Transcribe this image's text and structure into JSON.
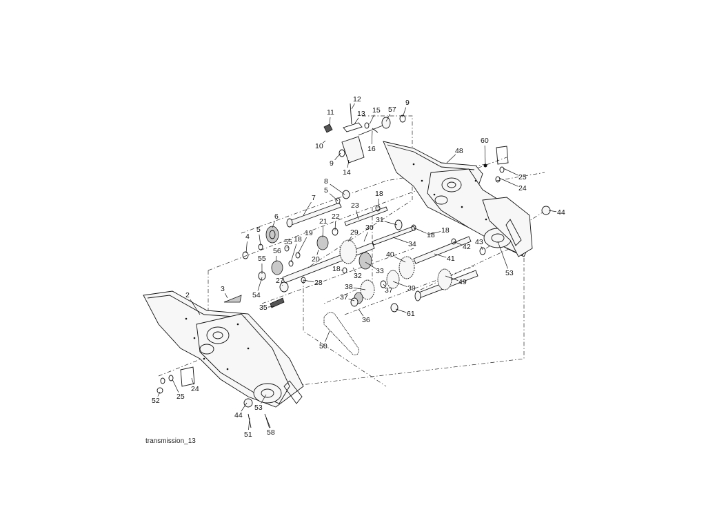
{
  "caption": "transmission_13",
  "callouts": [
    {
      "id": "c12",
      "text": "12"
    },
    {
      "id": "c11",
      "text": "11"
    },
    {
      "id": "c13",
      "text": "13"
    },
    {
      "id": "c15",
      "text": "15"
    },
    {
      "id": "c57",
      "text": "57"
    },
    {
      "id": "c9a",
      "text": "9"
    },
    {
      "id": "c10",
      "text": "10"
    },
    {
      "id": "c16",
      "text": "16"
    },
    {
      "id": "c9b",
      "text": "9"
    },
    {
      "id": "c14",
      "text": "14"
    },
    {
      "id": "c48",
      "text": "48"
    },
    {
      "id": "c60",
      "text": "60"
    },
    {
      "id": "c25a",
      "text": "25"
    },
    {
      "id": "c24a",
      "text": "24"
    },
    {
      "id": "c44a",
      "text": "44"
    },
    {
      "id": "c8",
      "text": "8"
    },
    {
      "id": "c5a",
      "text": "5"
    },
    {
      "id": "c18a",
      "text": "18"
    },
    {
      "id": "c7",
      "text": "7"
    },
    {
      "id": "c23",
      "text": "23"
    },
    {
      "id": "c6",
      "text": "6"
    },
    {
      "id": "c5b",
      "text": "5"
    },
    {
      "id": "c4",
      "text": "4"
    },
    {
      "id": "c21",
      "text": "21"
    },
    {
      "id": "c22",
      "text": "22"
    },
    {
      "id": "c31",
      "text": "31"
    },
    {
      "id": "c29",
      "text": "29"
    },
    {
      "id": "c30",
      "text": "30"
    },
    {
      "id": "c19",
      "text": "19"
    },
    {
      "id": "c18b",
      "text": "18"
    },
    {
      "id": "c55a",
      "text": "55"
    },
    {
      "id": "c56",
      "text": "56"
    },
    {
      "id": "c20",
      "text": "20"
    },
    {
      "id": "c18c",
      "text": "18"
    },
    {
      "id": "c34",
      "text": "34"
    },
    {
      "id": "c18d",
      "text": "18"
    },
    {
      "id": "c42",
      "text": "42"
    },
    {
      "id": "c43",
      "text": "43"
    },
    {
      "id": "c55b",
      "text": "55"
    },
    {
      "id": "c40",
      "text": "40"
    },
    {
      "id": "c41",
      "text": "41"
    },
    {
      "id": "c18e",
      "text": "18"
    },
    {
      "id": "c32",
      "text": "32"
    },
    {
      "id": "c33",
      "text": "33"
    },
    {
      "id": "c53a",
      "text": "53"
    },
    {
      "id": "c27",
      "text": "27"
    },
    {
      "id": "c28",
      "text": "28"
    },
    {
      "id": "c54",
      "text": "54"
    },
    {
      "id": "c3",
      "text": "3"
    },
    {
      "id": "c38",
      "text": "38"
    },
    {
      "id": "c37a",
      "text": "37"
    },
    {
      "id": "c39",
      "text": "39"
    },
    {
      "id": "c49",
      "text": "49"
    },
    {
      "id": "c2",
      "text": "2"
    },
    {
      "id": "c37b",
      "text": "37"
    },
    {
      "id": "c35",
      "text": "35"
    },
    {
      "id": "c36",
      "text": "36"
    },
    {
      "id": "c61",
      "text": "61"
    },
    {
      "id": "c50",
      "text": "50"
    },
    {
      "id": "c24b",
      "text": "24"
    },
    {
      "id": "c25b",
      "text": "25"
    },
    {
      "id": "c52",
      "text": "52"
    },
    {
      "id": "c53b",
      "text": "53"
    },
    {
      "id": "c44b",
      "text": "44"
    },
    {
      "id": "c51",
      "text": "51"
    },
    {
      "id": "c58",
      "text": "58"
    }
  ]
}
